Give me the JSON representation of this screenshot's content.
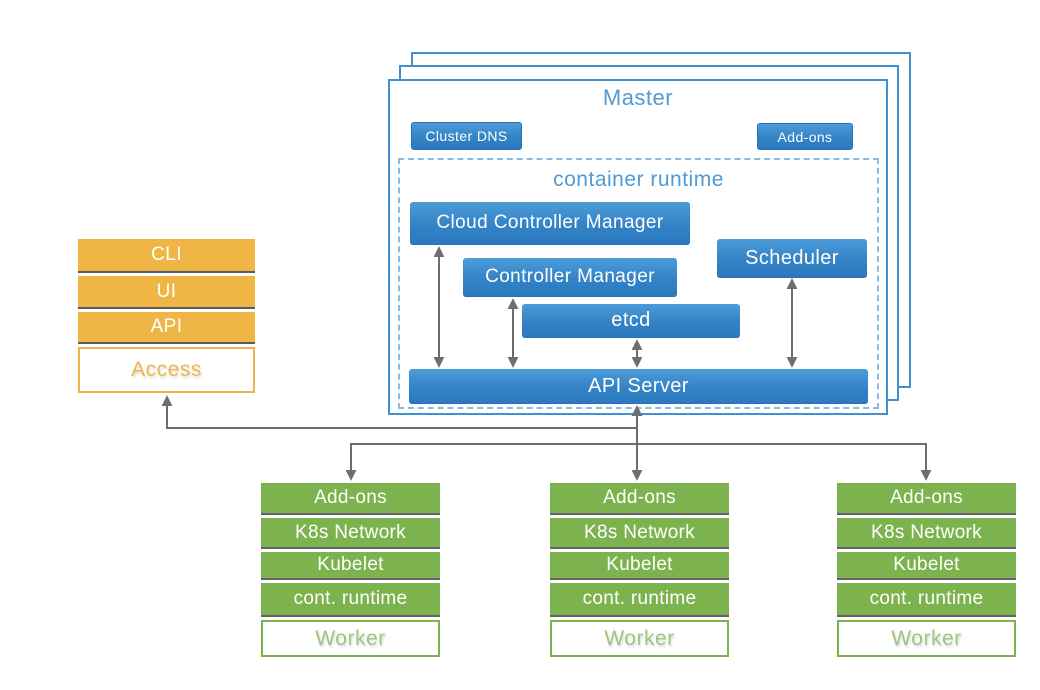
{
  "master": {
    "title": "Master",
    "cluster_dns_label": "Cluster DNS",
    "addons_label": "Add-ons",
    "container_runtime": {
      "title": "container runtime",
      "components": {
        "cloud_controller_manager": "Cloud Controller Manager",
        "controller_manager": "Controller Manager",
        "etcd": "etcd",
        "scheduler": "Scheduler",
        "api_server": "API Server"
      }
    }
  },
  "access_stack": {
    "items": [
      "CLI",
      "UI",
      "API"
    ],
    "base_label": "Access"
  },
  "workers": [
    {
      "items": [
        "Add-ons",
        "K8s Network",
        "Kubelet",
        "cont. runtime"
      ],
      "base_label": "Worker"
    },
    {
      "items": [
        "Add-ons",
        "K8s Network",
        "Kubelet",
        "cont. runtime"
      ],
      "base_label": "Worker"
    },
    {
      "items": [
        "Add-ons",
        "K8s Network",
        "Kubelet",
        "cont. runtime"
      ],
      "base_label": "Worker"
    }
  ],
  "colors": {
    "component_blue": "#3383c6",
    "label_blue": "#4f9bd7",
    "access_orange": "#efb545",
    "worker_green": "#7cb34f",
    "arrow_gray": "#6d6e71"
  }
}
